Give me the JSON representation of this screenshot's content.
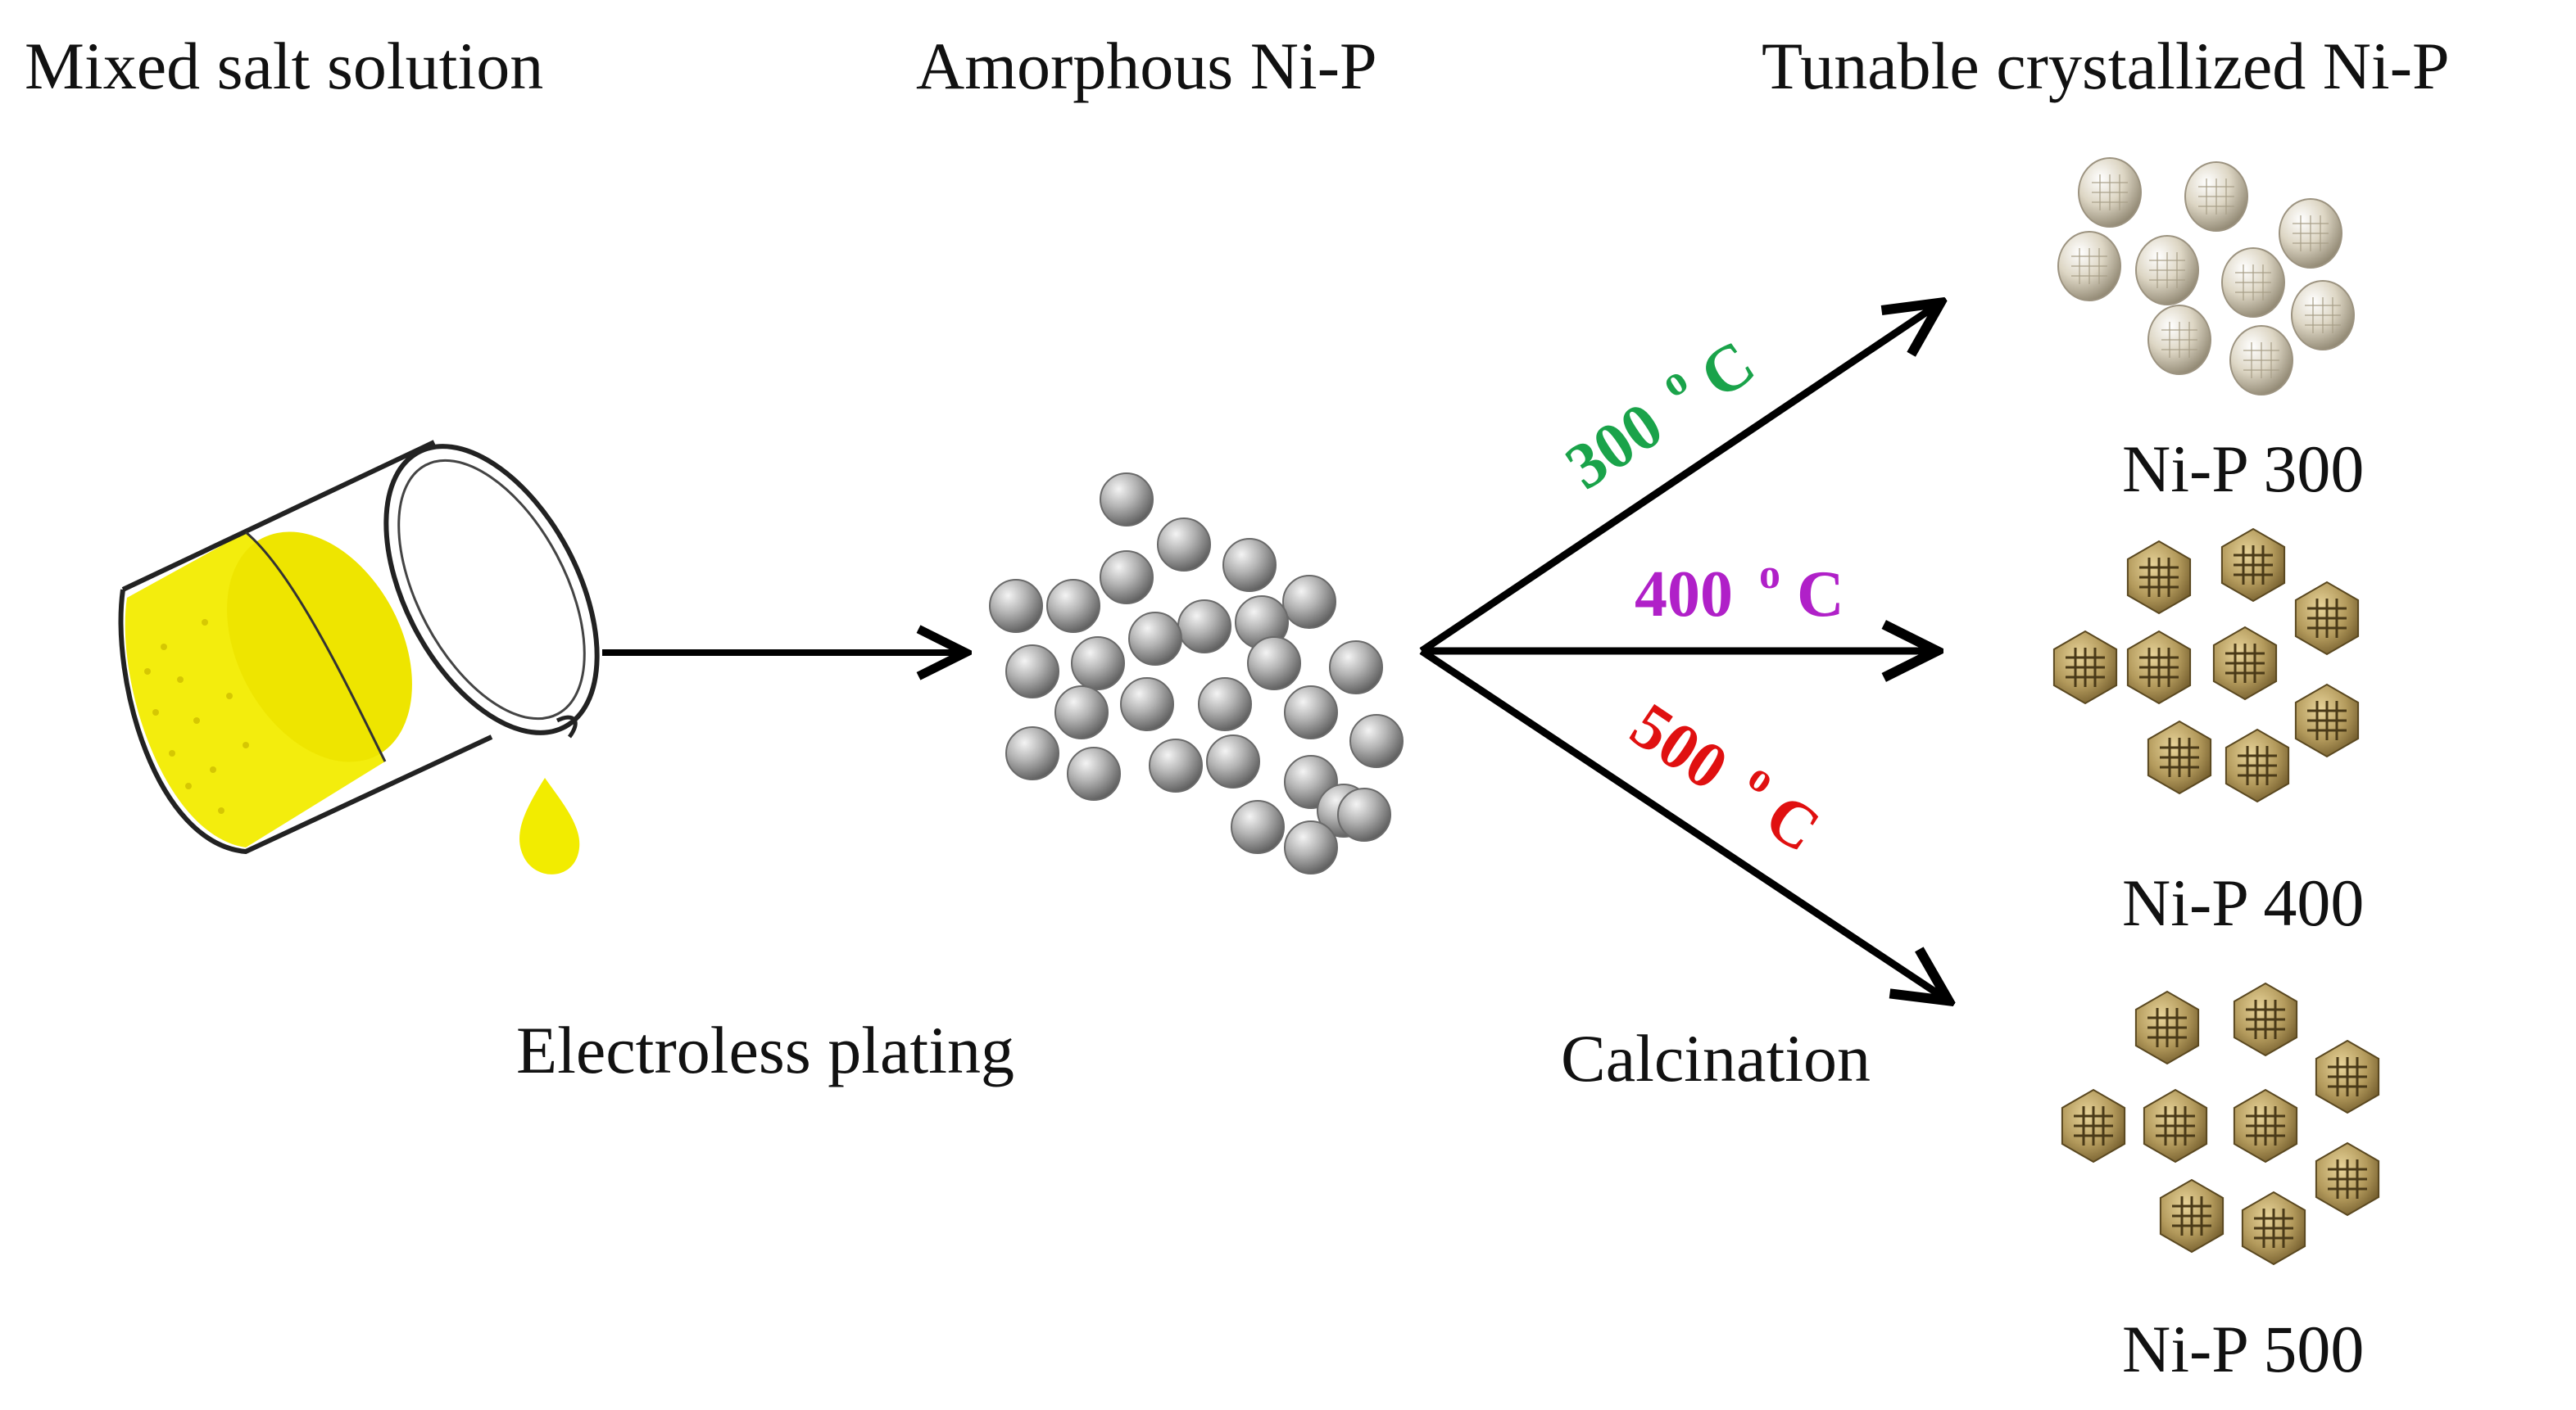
{
  "titles": {
    "mixed": "Mixed salt solution",
    "amorphous": "Amorphous Ni-P",
    "tunable": "Tunable crystallized Ni-P"
  },
  "steps": {
    "electroless": "Electroless plating",
    "calcination": "Calcination"
  },
  "temperatures": [
    {
      "value": "300",
      "unit": "C",
      "degree": "o",
      "color": "#1aa34a"
    },
    {
      "value": "400",
      "unit": "C",
      "degree": "o",
      "color": "#b020c8"
    },
    {
      "value": "500",
      "unit": "C",
      "degree": "o",
      "color": "#e01010"
    }
  ],
  "products": [
    "Ni-P 300",
    "Ni-P 400",
    "Ni-P 500"
  ],
  "colors": {
    "solution": "#f2ec00",
    "arrow": "#000000",
    "amorphous_sphere": "#9a9a9a",
    "crystal_300": "#d8d2c0",
    "crystal_400_500": "#b09a5a"
  }
}
